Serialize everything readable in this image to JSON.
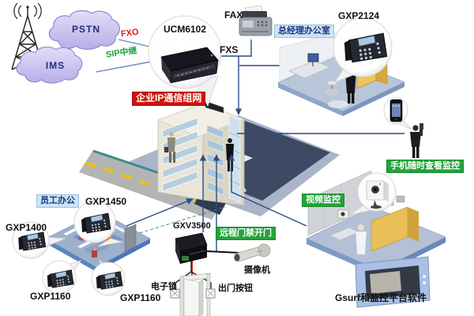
{
  "colors": {
    "label_green_bg": "#23a33a",
    "label_red_bg": "#cf1212",
    "label_blue_bg": "#cfe3f5",
    "label_blue_text": "#17357f",
    "line_blue": "#2b4c86",
    "dashed_teal": "#3e8e8e",
    "fxo_red": "#e01818",
    "sip_green": "#1fa040",
    "plaza_navy": "#3e4a64",
    "road_gray": "#b4b4b4",
    "road_dash_yellow": "#e6c21e"
  },
  "nodes": {
    "pstn": {
      "label": "PSTN"
    },
    "ims": {
      "label": "IMS"
    },
    "trunks": {
      "fxo": "FXO",
      "sip": "SIP中继"
    },
    "ucm": {
      "label": "UCM6102"
    },
    "fax": {
      "label": "FAX",
      "port": "FXS"
    },
    "manager_office": {
      "label": "总经理办公室",
      "phone": "GXP2124"
    },
    "building": {
      "label": "企业IP通信组网"
    },
    "mobile": {
      "label": "手机随时查看监控"
    },
    "staff_office": {
      "label": "员工办公",
      "phones": [
        "GXP1450",
        "GXP1400",
        "GXP1160",
        "GXP1160"
      ]
    },
    "door_access": {
      "device": "GXV3500",
      "label": "远程门禁开门",
      "camera": "摄像机",
      "lock": "电子锁",
      "exit_button": "出门按钮"
    },
    "video": {
      "label": "视频监控",
      "software": "Gsurf和监控平台软件"
    }
  }
}
